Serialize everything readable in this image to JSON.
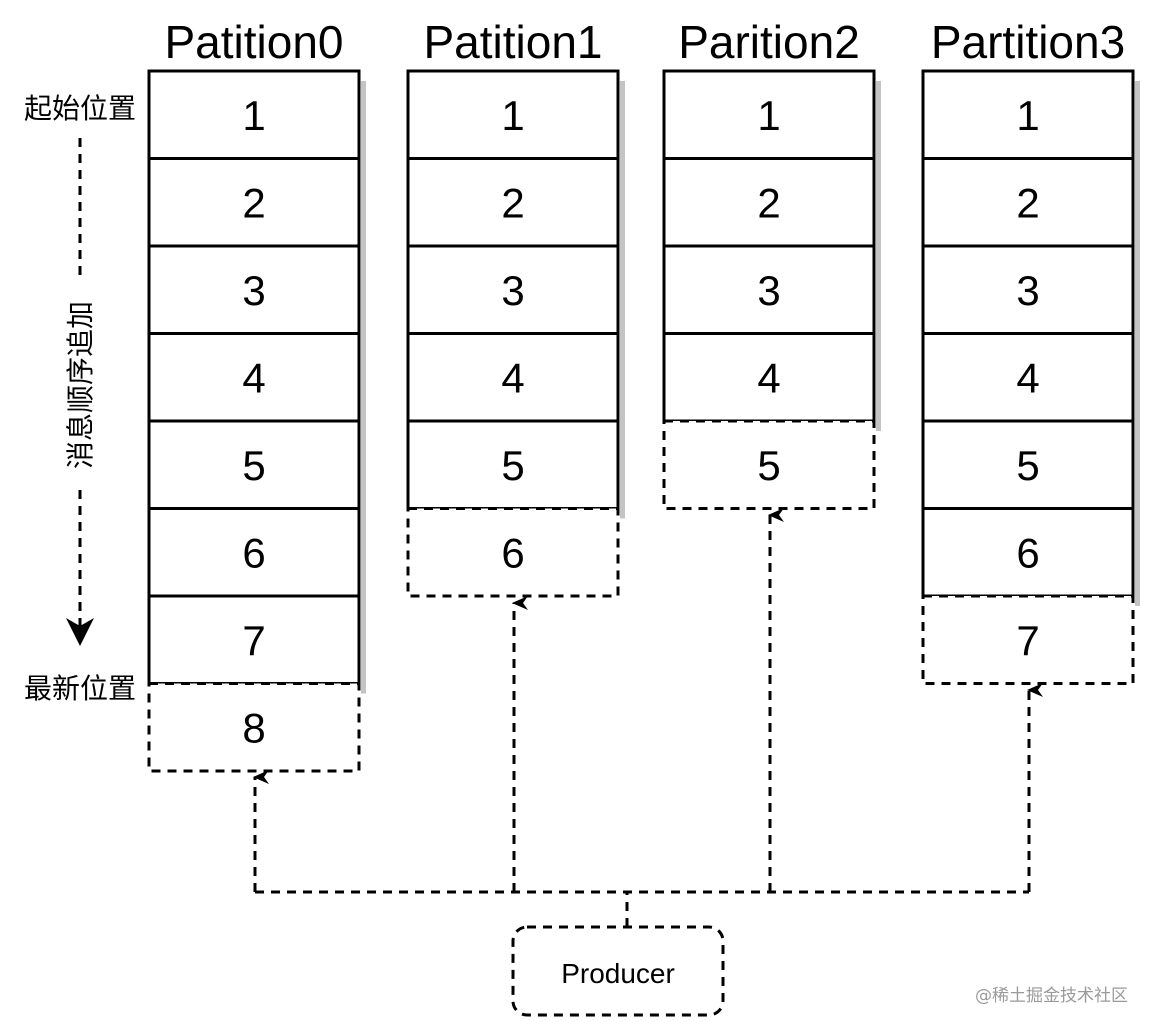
{
  "partitions": [
    {
      "title": "Patition0",
      "committed": [
        "1",
        "2",
        "3",
        "4",
        "5",
        "6",
        "7"
      ],
      "pending": "8"
    },
    {
      "title": "Patition1",
      "committed": [
        "1",
        "2",
        "3",
        "4",
        "5"
      ],
      "pending": "6"
    },
    {
      "title": "Parition2",
      "committed": [
        "1",
        "2",
        "3",
        "4"
      ],
      "pending": "5"
    },
    {
      "title": "Partition3",
      "committed": [
        "1",
        "2",
        "3",
        "4",
        "5",
        "6"
      ],
      "pending": "7"
    }
  ],
  "left_labels": {
    "start": "起始位置",
    "latest": "最新位置",
    "direction": "消息顺序追加"
  },
  "producer": {
    "label": "Producer"
  },
  "watermark": "@稀土掘金技术社区",
  "colors": {
    "stroke": "#000000",
    "shadow": "#c4c4c4",
    "background": "#ffffff",
    "watermark": "#9a9a9a"
  }
}
